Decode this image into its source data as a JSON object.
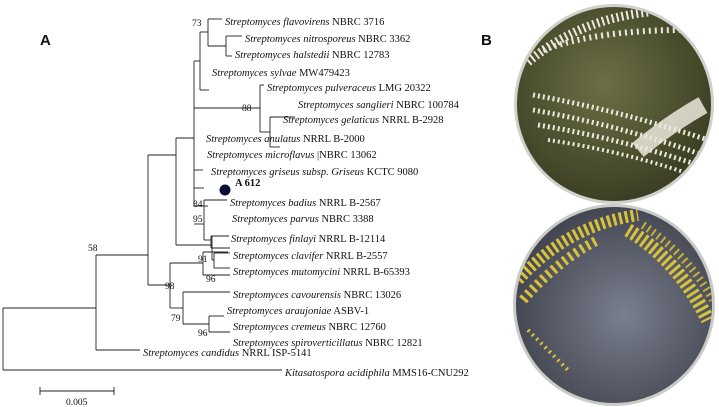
{
  "panels": {
    "a": "A",
    "b": "B"
  },
  "scale_bar": {
    "label": "0.005"
  },
  "highlight_taxon": {
    "label": "A 612",
    "marker_color": "#0b0b33"
  },
  "taxa": [
    {
      "genus": "Streptomyces",
      "species": "flavovirens",
      "strain": "NBRC 3716"
    },
    {
      "genus": "Streptomyces",
      "species": "nitrosporeus",
      "strain": "NBRC 3362"
    },
    {
      "genus": "Streptomyces",
      "species": "halstedii",
      "strain": "NBRC 12783"
    },
    {
      "genus": "Streptomyces",
      "species": "sylvae",
      "strain": "MW479423"
    },
    {
      "genus": "Streptomyces",
      "species": "pulveraceus",
      "strain": "LMG 20322"
    },
    {
      "genus": "Streptomyces",
      "species": "sanglieri",
      "strain": "NBRC 100784"
    },
    {
      "genus": "Streptomyces",
      "species": "gelaticus",
      "strain": "NRRL B-2928"
    },
    {
      "genus": "Streptomyces",
      "species": "anulatus",
      "strain": "NRRL B-2000"
    },
    {
      "genus": "Streptomyces",
      "species": "microflavus",
      "strain": "|NBRC 13062"
    },
    {
      "genus": "Streptomyces",
      "species": "griseus subsp. Griseus",
      "strain": "KCTC 9080"
    },
    {
      "genus": "Streptomyces",
      "species": "badius",
      "strain": "NRRL B-2567"
    },
    {
      "genus": "Streptomyces",
      "species": "parvus",
      "strain": "NBRC 3388"
    },
    {
      "genus": "Streptomyces",
      "species": "finlayi",
      "strain": "NRRL B-12114"
    },
    {
      "genus": "Streptomyces",
      "species": "clavifer",
      "strain": "NRRL B-2557"
    },
    {
      "genus": "Streptomyces",
      "species": "mutomycini",
      "strain": "NRRL B-65393"
    },
    {
      "genus": "Streptomyces",
      "species": "cavourensis",
      "strain": "NBRC 13026"
    },
    {
      "genus": "Streptomyces",
      "species": "araujoniae",
      "strain": "ASBV-1"
    },
    {
      "genus": "Streptomyces",
      "species": "cremeus",
      "strain": "NBRC 12760"
    },
    {
      "genus": "Streptomyces",
      "species": "spiroverticillatus",
      "strain": "NBRC 12821"
    },
    {
      "genus": "Streptomyces",
      "species": "candidus",
      "strain": "NRRL ISP-5141"
    },
    {
      "genus": "Kitasatospora",
      "species": "acidiphila",
      "strain": "MMS16-CNU292"
    }
  ],
  "bootstrap": [
    "73",
    "88",
    "84",
    "95",
    "58",
    "91",
    "96",
    "98",
    "79",
    "96"
  ],
  "plates": [
    {
      "name": "white-colony plate",
      "medium_color": "#4a4d2c",
      "colony_color": "#ece8dc"
    },
    {
      "name": "yellow-colony plate",
      "medium_color": "#5a5f6e",
      "colony_color": "#d8c23a"
    }
  ]
}
